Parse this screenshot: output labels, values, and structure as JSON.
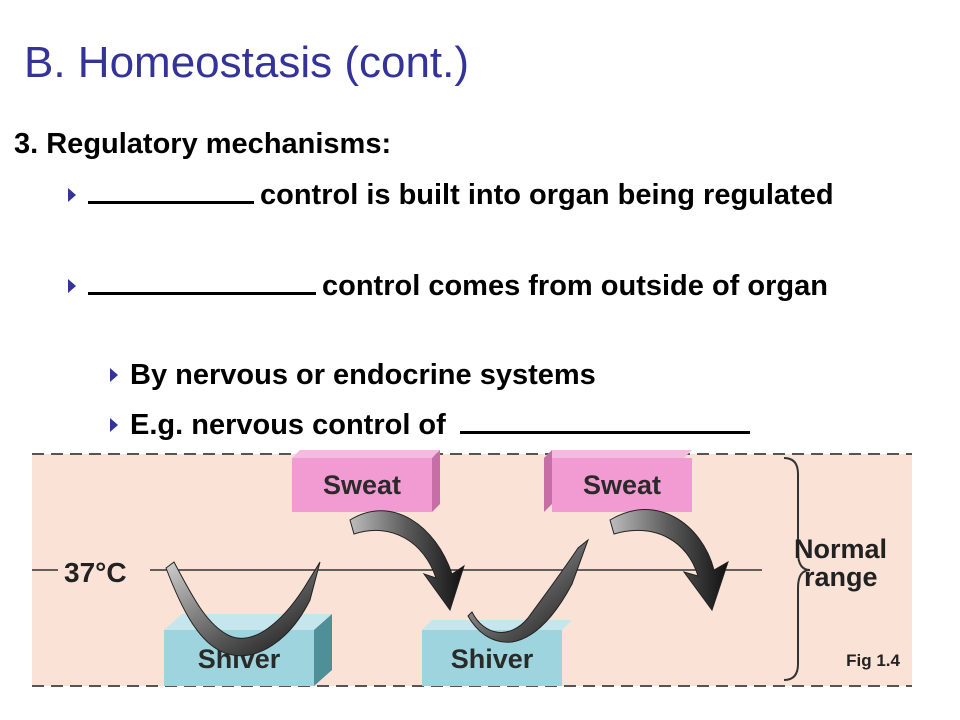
{
  "slide": {
    "title": "B. Homeostasis (cont.)",
    "heading": "3. Regulatory mechanisms:",
    "bullets": [
      {
        "text": "control is built into organ being regulated"
      },
      {
        "text": "control comes from outside of organ"
      },
      {
        "text": "By nervous or endocrine systems"
      },
      {
        "text": "E.g. nervous control of"
      }
    ]
  },
  "figure": {
    "sweat_label": "Sweat",
    "shiver_label": "Shiver",
    "temperature_label": "37°C",
    "normal_label_line1": "Normal",
    "normal_label_line2": "range",
    "caption": "Fig 1.4"
  },
  "colors": {
    "title": "#333399",
    "bullet_marker": "#333399",
    "band_fill": "#fbe2d6",
    "sweat_box": "#f29ad2",
    "shiver_box": "#9ed4dd",
    "arrow": "#2a2a2a"
  }
}
